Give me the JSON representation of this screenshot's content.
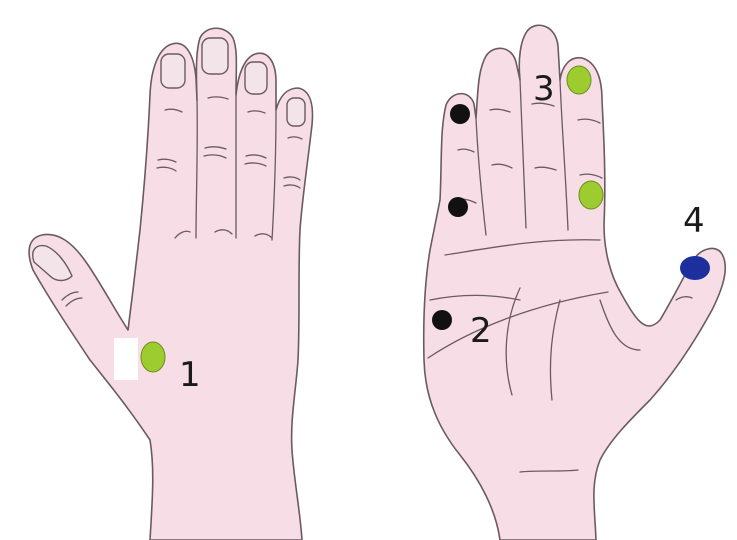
{
  "labels": {
    "point_1": "1",
    "point_2": "2",
    "point_3": "3",
    "point_4": "4"
  },
  "colors": {
    "skin": "#f6dde6",
    "outline": "#6b5a61",
    "green_point": "#9ccc2f",
    "black_point": "#111111",
    "blue_point": "#1d2f9c",
    "background": "#ffffff"
  },
  "points": [
    {
      "group": "1",
      "color": "green",
      "hand": "left-back"
    },
    {
      "group": "2",
      "color": "black",
      "hand": "right-palm"
    },
    {
      "group": "3",
      "color": "green",
      "hand": "right-palm"
    },
    {
      "group": "4",
      "color": "blue",
      "hand": "right-palm"
    }
  ]
}
